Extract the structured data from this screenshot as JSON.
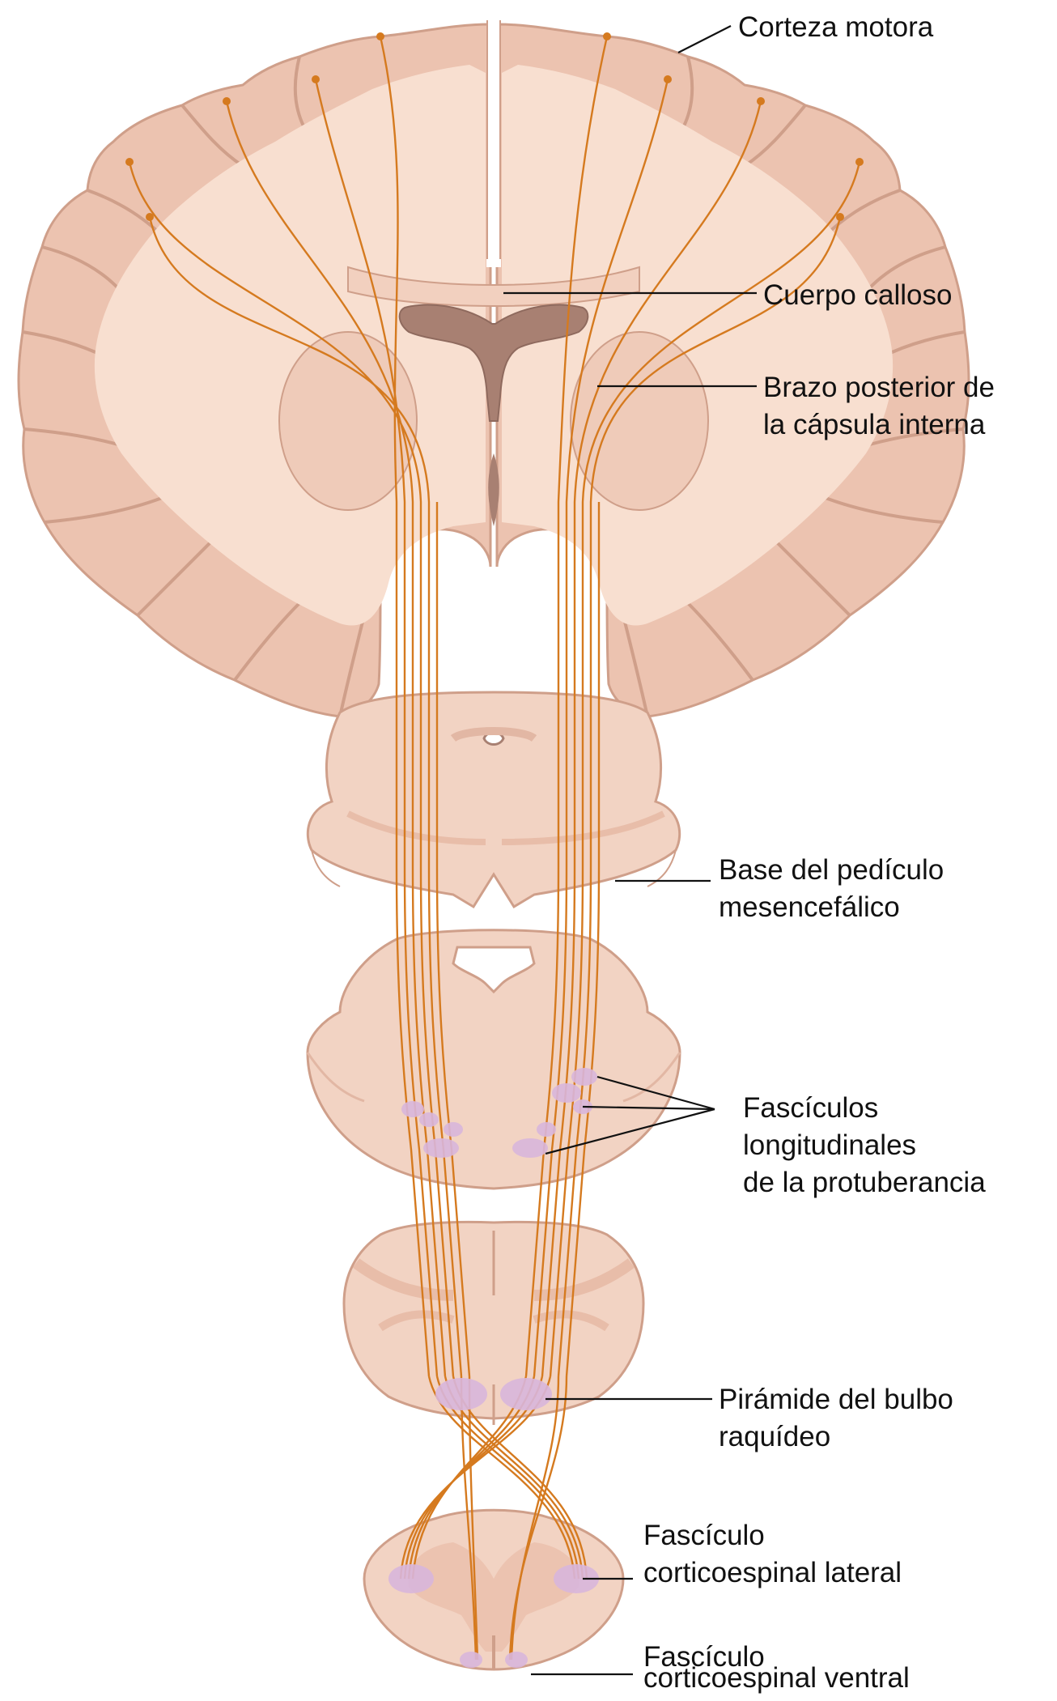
{
  "labels": {
    "corteza": [
      "Corteza motora"
    ],
    "cuerpo": [
      "Cuerpo calloso"
    ],
    "brazo": [
      "Brazo posterior de",
      "la cápsula interna"
    ],
    "base": [
      "Base del pedículo",
      "mesencefálico"
    ],
    "fasciculos_long": [
      "Fascículos",
      "longitudinales",
      "de la protuberancia"
    ],
    "piramide": [
      "Pirámide del bulbo",
      "raquídeo"
    ],
    "lateral": [
      "Fascículo",
      "corticoespinal lateral"
    ],
    "ventral": [
      "Fascículo",
      "corticoespinal ventral"
    ]
  },
  "colors": {
    "tissue_gray": "#ecc3b0",
    "tissue_white": "#f8dfd0",
    "outline": "#cf9f8a",
    "ventricle": "#a88072",
    "tract": "#d57a1f",
    "fascicle": "#d8b6dc",
    "leader": "#111111"
  }
}
